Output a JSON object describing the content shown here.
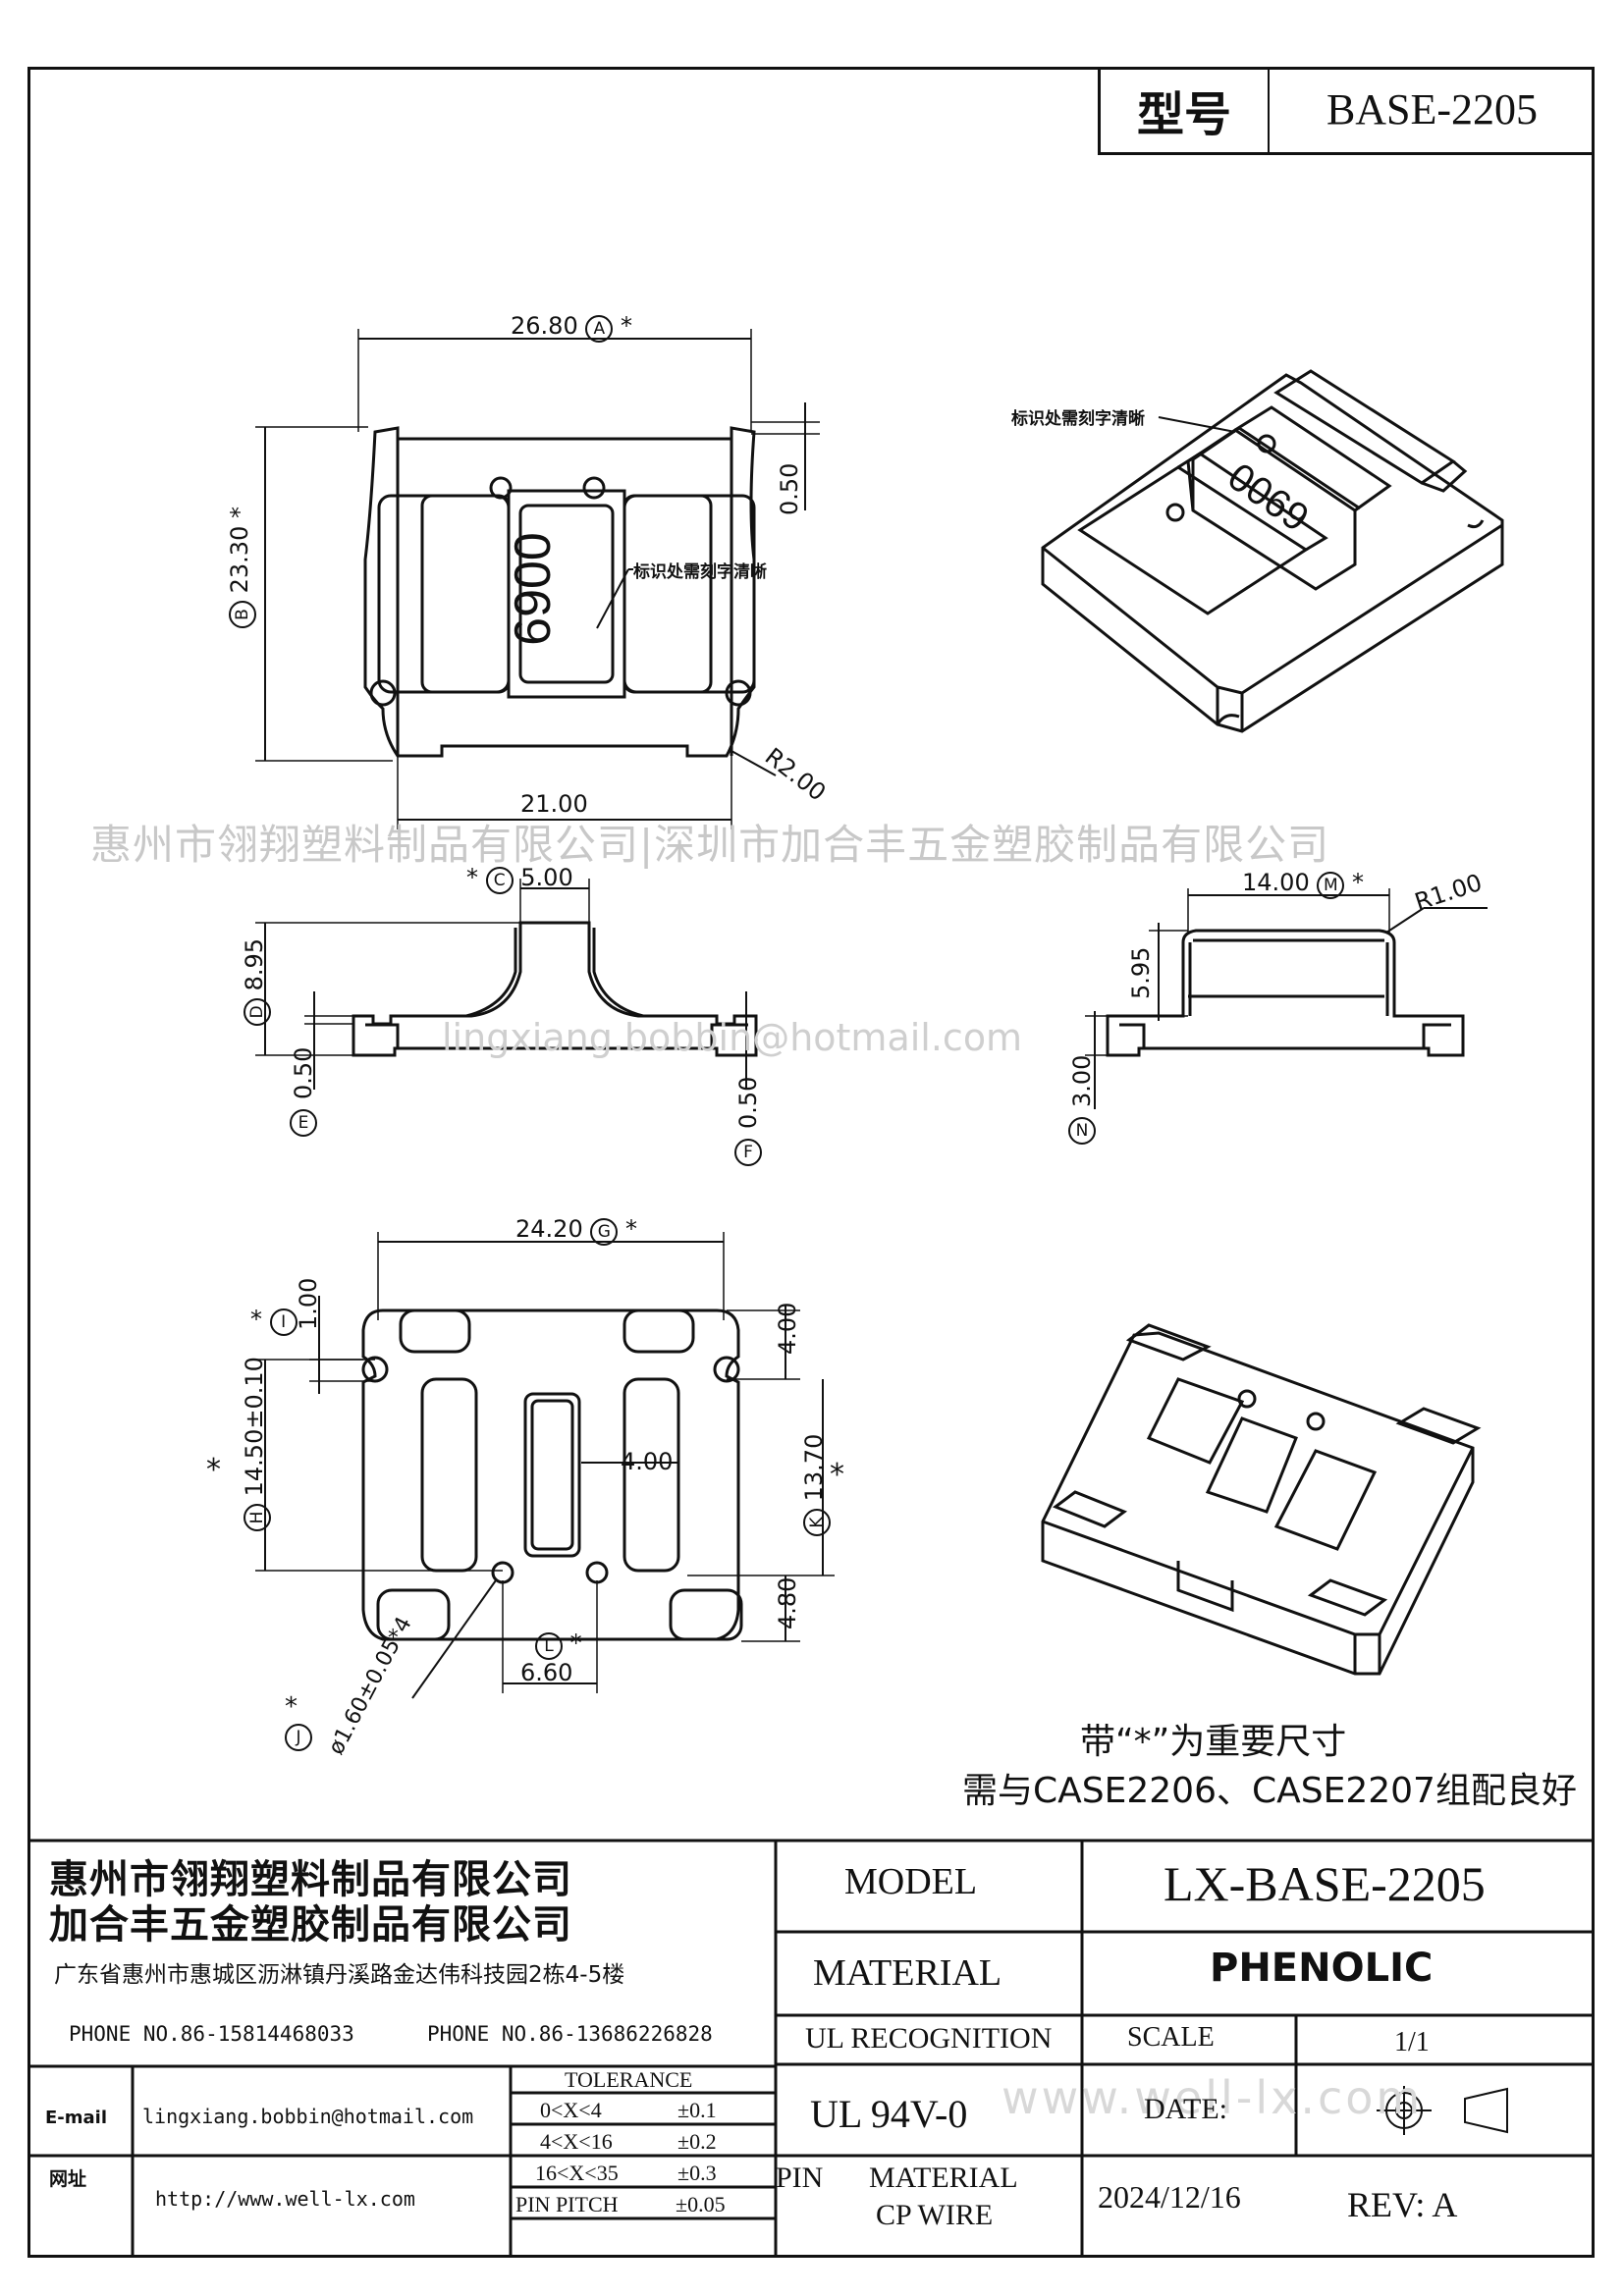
{
  "type_box": {
    "label": "型号",
    "value": "BASE-2205"
  },
  "watermarks": {
    "company": "惠州市翎翔塑料制品有限公司|深圳市加合丰五金塑胶制品有限公司",
    "email": "lingxiang.bobbin@hotmail.com",
    "site": "www.well-lx.com"
  },
  "views": {
    "top": {
      "dim_width": "26.80",
      "dim_width_tag": "A",
      "dim_height": "23.30",
      "dim_height_tag": "B",
      "dim_inner": "21.00",
      "dim_radius": "R2.00",
      "dim_step": "0.50",
      "marking": "6900",
      "note": "标识处需刻字清晰"
    },
    "front": {
      "dim_top": "5.00",
      "dim_top_tag": "C",
      "dim_height": "8.95",
      "dim_height_tag": "D",
      "dim_left": "0.50",
      "dim_left_tag": "E",
      "dim_right": "0.50",
      "dim_right_tag": "F"
    },
    "side": {
      "dim_top": "14.00",
      "dim_top_tag": "M",
      "dim_radius": "R1.00",
      "dim_upper": "5.95",
      "dim_lower": "3.00",
      "dim_lower_tag": "N"
    },
    "bottom": {
      "dim_width": "24.20",
      "dim_width_tag": "G",
      "dim_top_gap": "1.00",
      "dim_top_gap_tag": "I",
      "dim_height": "14.50±0.10",
      "dim_height_tag": "H",
      "dim_center": "4.00",
      "dim_right_top": "4.00",
      "dim_right_mid": "13.70",
      "dim_right_mid_tag": "K",
      "dim_right_bot": "4.80",
      "dim_pitch": "6.60",
      "dim_pitch_tag": "L",
      "dim_pin": "ø1.60±0.05*4",
      "dim_pin_tag": "J"
    },
    "iso_top_note": "标识处需刻字清晰",
    "iso_top_marking": "6900"
  },
  "notes": {
    "important": "带“*”为重要尺寸",
    "assembly": "需与CASE2206、CASE2207组配良好"
  },
  "title_block": {
    "company_1": "惠州市翎翔塑料制品有限公司",
    "company_2": "加合丰五金塑胶制品有限公司",
    "address": "广东省惠州市惠城区沥淋镇丹溪路金达伟科技园2栋4-5楼",
    "phone_1": "PHONE NO.86-15814468033",
    "phone_2": "PHONE NO.86-13686226828",
    "email_label": "E-mail",
    "email": "lingxiang.bobbin@hotmail.com",
    "web_label": "网址",
    "web": "http://www.well-lx.com",
    "tolerance_header": "TOLERANCE",
    "tolerances": [
      {
        "range": "0<X<4",
        "value": "±0.1"
      },
      {
        "range": "4<X<16",
        "value": "±0.2"
      },
      {
        "range": "16<X<35",
        "value": "±0.3"
      },
      {
        "range": "PIN PITCH",
        "value": "±0.05"
      }
    ],
    "model_label": "MODEL",
    "model_value": "LX-BASE-2205",
    "material_label": "MATERIAL",
    "material_value": "PHENOLIC",
    "ul_label": "UL RECOGNITION",
    "ul_value": "UL 94V-0",
    "scale_label": "SCALE",
    "scale_value": "1/1",
    "date_label": "DATE:",
    "date_value": "2024/12/16",
    "pin_label": "PIN",
    "pin_material": "MATERIAL",
    "pin_wire": "CP WIRE",
    "rev": "REV: A"
  }
}
